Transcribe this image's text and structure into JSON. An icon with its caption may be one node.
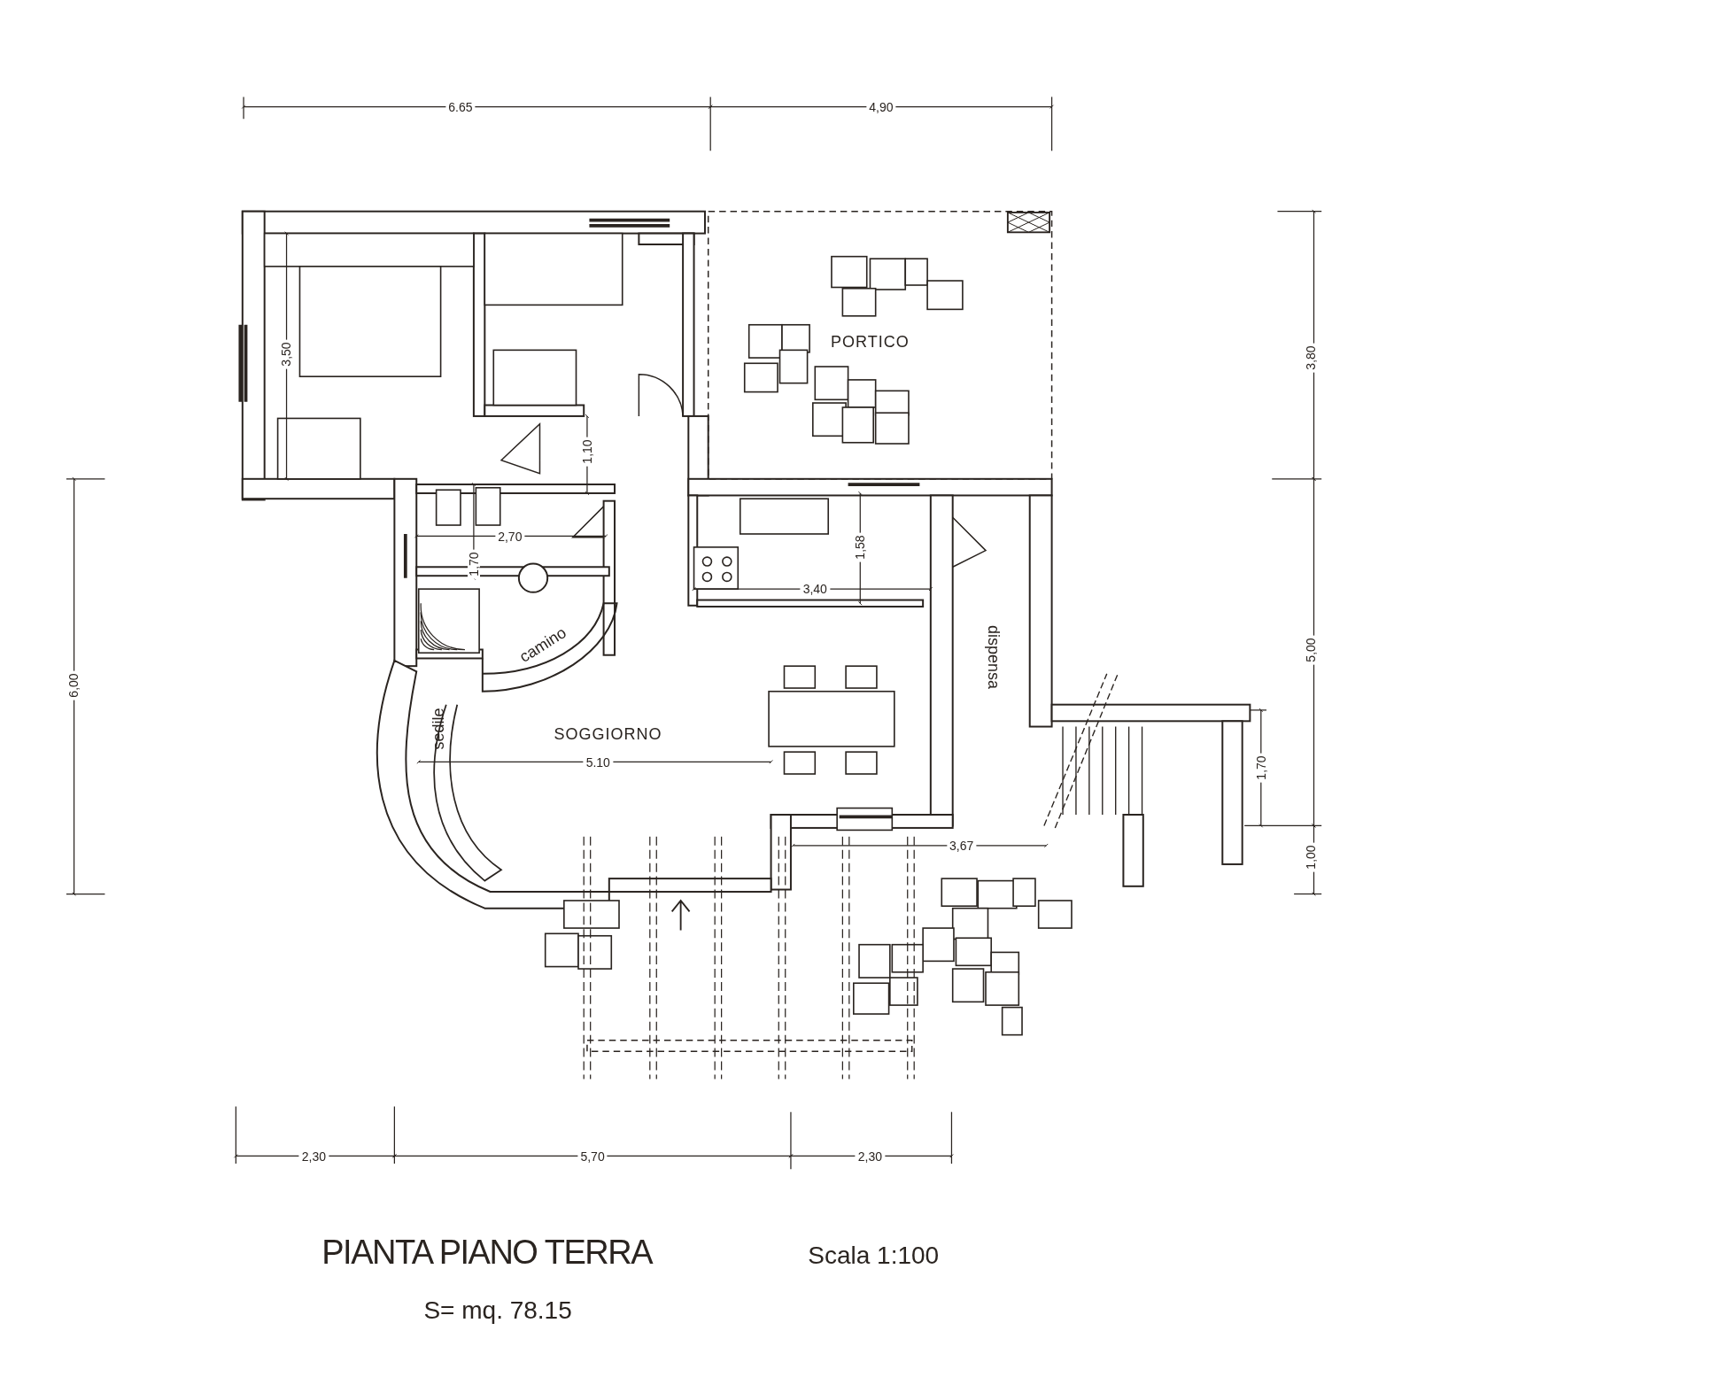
{
  "diagram": {
    "title": "PIANTA PIANO TERRA",
    "labels": [
      "6.65",
      "4,90",
      "3,80",
      "PORTICO",
      "3,50",
      "1,10",
      "2,70",
      "1,70",
      "1,58",
      "3,40",
      "6,00",
      "5,00",
      "camino",
      "dispensa",
      "sedile",
      "SOGGIORNO",
      "5.10",
      "1,70",
      "3,67",
      "1,00",
      "2,30",
      "5,70",
      "2,30",
      "Scala 1:100",
      "S= mq. 78.15"
    ]
  }
}
